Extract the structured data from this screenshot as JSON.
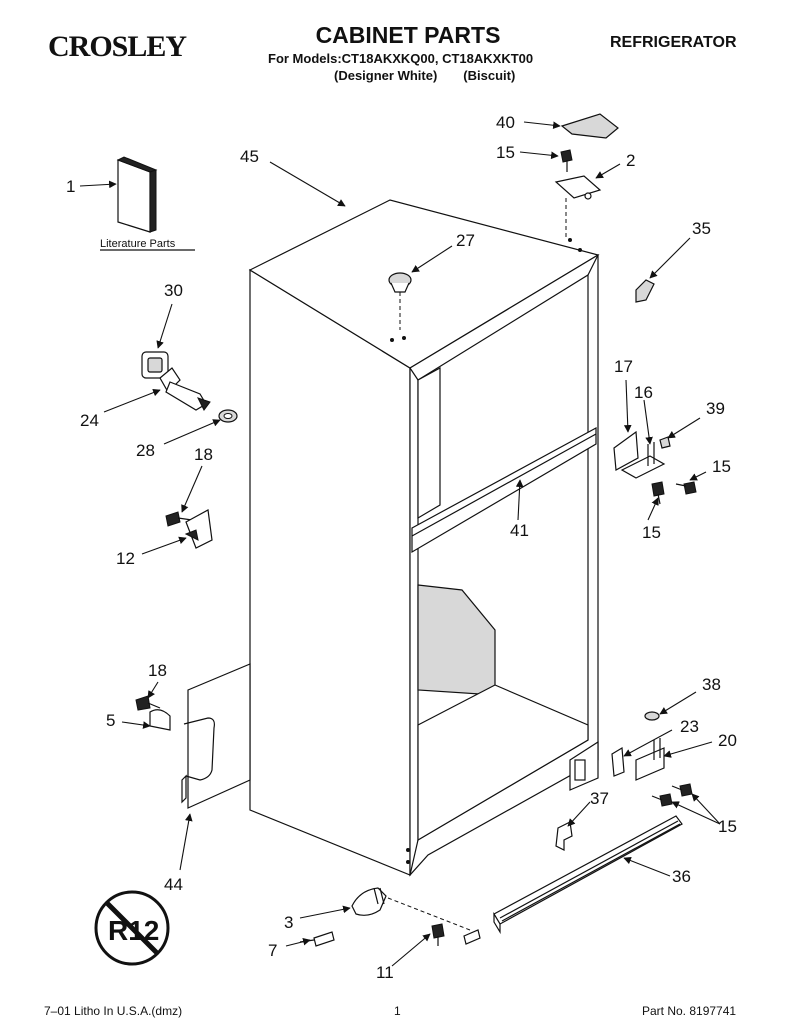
{
  "header": {
    "brand": "CROSLEY",
    "title": "CABINET PARTS",
    "models_line": "For Models:CT18AKXKQ00, CT18AKXKT00",
    "color_1": "(Designer White)",
    "color_2": "(Biscuit)",
    "category": "REFRIGERATOR"
  },
  "diagram": {
    "literature_caption": "Literature Parts",
    "r12_label": "R12",
    "callouts": [
      "40",
      "15",
      "2",
      "45",
      "1",
      "27",
      "35",
      "30",
      "17",
      "16",
      "39",
      "24",
      "15",
      "28",
      "18",
      "41",
      "15",
      "12",
      "18",
      "38",
      "5",
      "23",
      "20",
      "37",
      "15",
      "44",
      "36",
      "3",
      "7",
      "11"
    ]
  },
  "footer": {
    "left": "7–01 Litho In U.S.A.(dmz)",
    "center": "1",
    "right": "Part No. 8197741"
  }
}
